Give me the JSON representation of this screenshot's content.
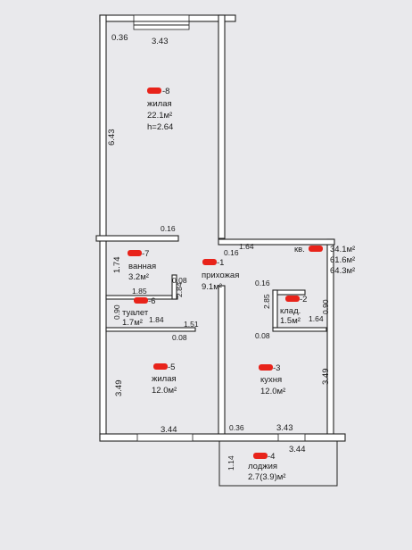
{
  "dimensions": {
    "top_left": "0.36",
    "top_width": "3.43",
    "left_wall_living": "6.43",
    "ledge_upper": "0.16",
    "corridor_step": "0.16",
    "corridor_width": "1.64",
    "bath_height": "1.74",
    "bath_right": "0.08",
    "bath_width": "1.85",
    "bath_depth": "2.84",
    "toilet_left": "0.90",
    "toilet_width": "1.84",
    "toilet_gap": "1.51",
    "toilet_bottom": "0.08",
    "pantry_step": "0.16",
    "pantry_height": "2.85",
    "pantry_right": "0.90",
    "pantry_bottom_left": "0.08",
    "pantry_width": "1.64",
    "left_room_height": "3.49",
    "right_room_height": "3.49",
    "bottom_left_width": "3.44",
    "bottom_step": "0.36",
    "bottom_right_top": "3.43",
    "bottom_right_width": "3.44",
    "loggia_depth": "1.14"
  },
  "rooms": [
    {
      "id": "8",
      "name": "жилая",
      "area": "22.1м²",
      "height": "h=2.64"
    },
    {
      "id": "7",
      "name": "ванная",
      "area": "3.2м²"
    },
    {
      "id": "1",
      "name": "прихожая",
      "area": "9.1м²"
    },
    {
      "id": "6",
      "name": "туалет",
      "area": "1.7м²"
    },
    {
      "id": "2",
      "name": "клад.",
      "area": "1.5м²"
    },
    {
      "id": "5",
      "name": "жилая",
      "area": "12.0м²"
    },
    {
      "id": "3",
      "name": "кухня",
      "area": "12.0м²"
    },
    {
      "id": "4",
      "name": "лоджия",
      "area": "2.7(3.9)м²"
    }
  ],
  "apartment": {
    "label": "кв.",
    "living_area": "34.1м²",
    "total_area": "61.6м²",
    "total_with_loggia": "64.3м²"
  },
  "colors": {
    "redaction": "#e8231a",
    "wall": "#222222",
    "background": "#e9e9ec"
  }
}
